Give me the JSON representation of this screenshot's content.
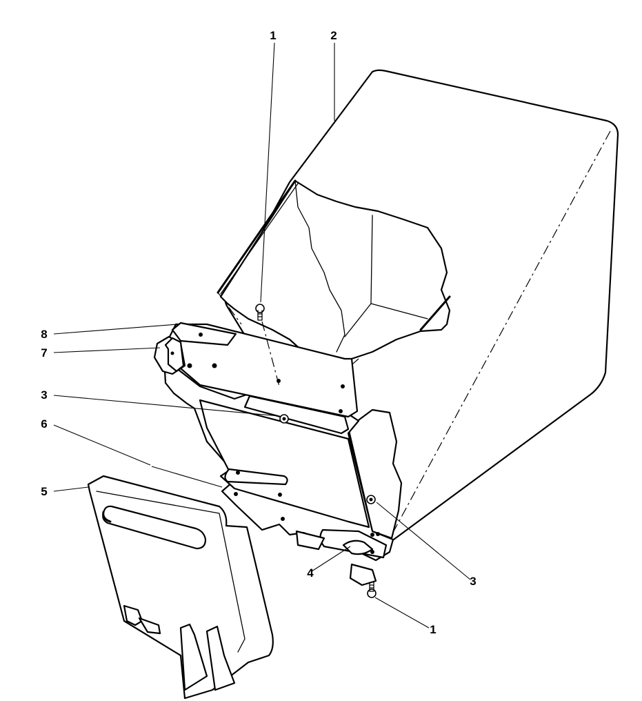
{
  "labels": {
    "l1_top": "1",
    "l2": "2",
    "l8": "8",
    "l7": "7",
    "l3_left": "3",
    "l6": "6",
    "l5": "5",
    "l4": "4",
    "l3_right": "3",
    "l1_bottom": "1"
  }
}
